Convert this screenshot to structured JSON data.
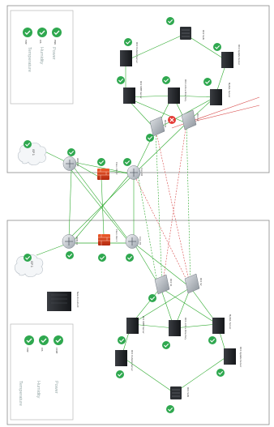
{
  "colors": {
    "ok_green": "#2fa84f",
    "red_alert": "#e53935",
    "green_link": "#2eaa2e",
    "red_link": "#d84a4a",
    "panel_border": "#8a8a8a"
  },
  "panels": {
    "top": {
      "legend": {
        "labels": [
          "Temperature",
          "Humidity",
          "Power"
        ],
        "status": [
          "TMP",
          "OIS",
          "PWR"
        ]
      },
      "isp": "ISP 1",
      "labels": {
        "router": "WAN R2",
        "firewall": "Cisco ASA 2",
        "core": "Core R2",
        "sw1": "DC2 S1",
        "sw2": "DC2 S2",
        "web": "DC2 WEB Server",
        "ad": "DC2 Active Directory",
        "mysql": "MySQL Server",
        "outside": "DC2 Outside Server",
        "update": "DC2 Update Server",
        "san": "DC2 SAN"
      }
    },
    "bottom": {
      "legend": {
        "labels": [
          "Temperature",
          "Humidity",
          "Power"
        ],
        "status": [
          "TMP",
          "OIS",
          "CORE"
        ]
      },
      "isp": "ISP 1",
      "labels": {
        "router": "WAN R1",
        "firewall": "Cisco ASA 1",
        "core": "Core R1",
        "sw1": "DC1 S1",
        "sw2": "DC1 S2",
        "web": "DC1 WEB Server",
        "ad": "DC1 Active Directory",
        "mysql": "MySQL Server",
        "outside": "DC1 Outside Server",
        "update": "DC1 Update Server",
        "san": "DC1 SAN",
        "new_server": "New document"
      }
    }
  }
}
